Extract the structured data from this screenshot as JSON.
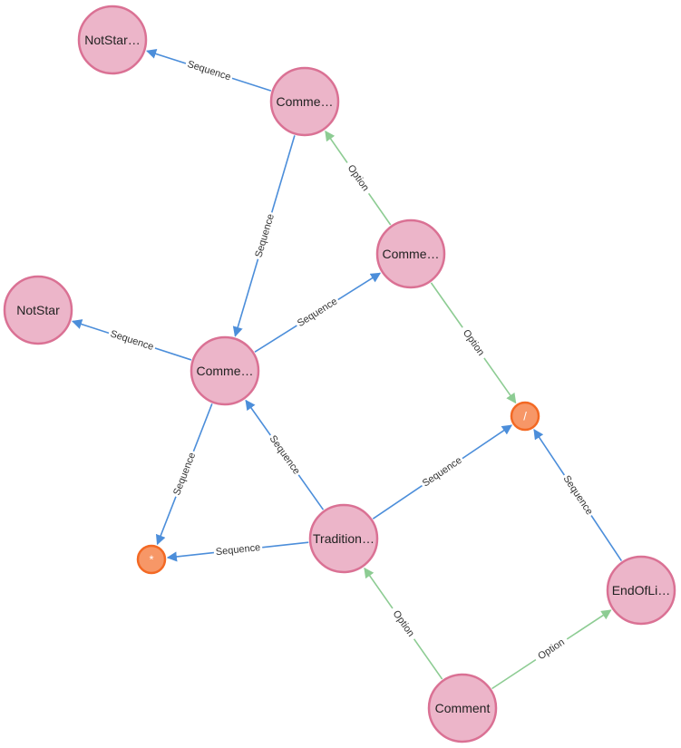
{
  "colors": {
    "node_fill": "#ECB5C9",
    "node_stroke": "#DA7194",
    "small_node_fill": "#F79767",
    "small_node_stroke": "#F36924",
    "small_node_text": "#ffffff",
    "sequence_edge": "#4C8EDA",
    "option_edge": "#8DCC93"
  },
  "nodes": [
    {
      "id": "n1",
      "label": "NotStar…",
      "kind": "large"
    },
    {
      "id": "n2",
      "label": "Comme…",
      "kind": "large"
    },
    {
      "id": "n3",
      "label": "Comme…",
      "kind": "large"
    },
    {
      "id": "n4",
      "label": "NotStar",
      "kind": "large"
    },
    {
      "id": "n5",
      "label": "Comme…",
      "kind": "large"
    },
    {
      "id": "n6",
      "label": "/",
      "kind": "small"
    },
    {
      "id": "n7",
      "label": "*",
      "kind": "small"
    },
    {
      "id": "n8",
      "label": "Tradition…",
      "kind": "large"
    },
    {
      "id": "n9",
      "label": "EndOfLi…",
      "kind": "large"
    },
    {
      "id": "n10",
      "label": "Comment",
      "kind": "large"
    }
  ],
  "edges": [
    {
      "from": "n2",
      "to": "n1",
      "label": "Sequence",
      "type": "sequence"
    },
    {
      "from": "n2",
      "to": "n5",
      "label": "Sequence",
      "type": "sequence"
    },
    {
      "from": "n3",
      "to": "n2",
      "label": "Option",
      "type": "option"
    },
    {
      "from": "n3",
      "to": "n6",
      "label": "Option",
      "type": "option"
    },
    {
      "from": "n5",
      "to": "n3",
      "label": "Sequence",
      "type": "sequence"
    },
    {
      "from": "n5",
      "to": "n4",
      "label": "Sequence",
      "type": "sequence"
    },
    {
      "from": "n5",
      "to": "n7",
      "label": "Sequence",
      "type": "sequence"
    },
    {
      "from": "n8",
      "to": "n5",
      "label": "Sequence",
      "type": "sequence"
    },
    {
      "from": "n8",
      "to": "n7",
      "label": "Sequence",
      "type": "sequence"
    },
    {
      "from": "n8",
      "to": "n6",
      "label": "Sequence",
      "type": "sequence"
    },
    {
      "from": "n9",
      "to": "n6",
      "label": "Sequence",
      "type": "sequence"
    },
    {
      "from": "n10",
      "to": "n8",
      "label": "Option",
      "type": "option"
    },
    {
      "from": "n10",
      "to": "n9",
      "label": "Option",
      "type": "option"
    }
  ]
}
